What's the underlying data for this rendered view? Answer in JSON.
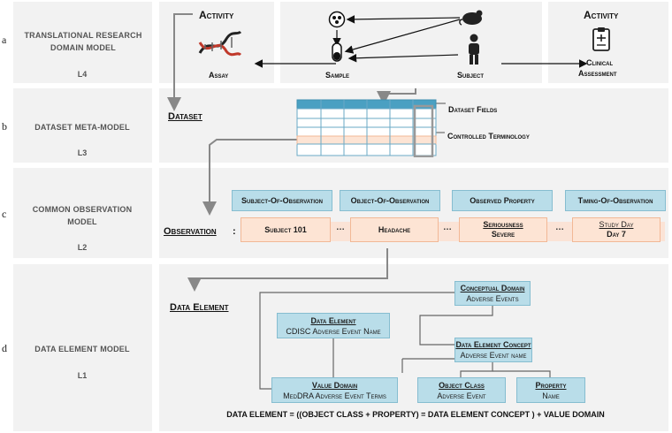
{
  "rows": {
    "a": {
      "letter": "a",
      "title": "Translational Research Domain Model",
      "level": "L4"
    },
    "b": {
      "letter": "b",
      "title": "Dataset Meta-Model",
      "level": "L3"
    },
    "c": {
      "letter": "c",
      "title": "Common Observation Model",
      "level": "L2"
    },
    "d": {
      "letter": "d",
      "title": "Data Element Model",
      "level": "L1"
    }
  },
  "row_a": {
    "activity_left": "Activity",
    "assay": "Assay",
    "sample": "Sample",
    "subject": "Subject",
    "activity_right": "Activity",
    "clinical_assessment_1": "Clinical",
    "clinical_assessment_2": "Assessment"
  },
  "row_b": {
    "dataset": "Dataset",
    "dataset_fields": "Dataset Fields",
    "controlled_terminology": "Controlled Terminology"
  },
  "row_c": {
    "observation": "Observation",
    "colon": ":",
    "ellipsis": "…",
    "headers": [
      "Subject-Of-Observation",
      "Object-Of-Observation",
      "Observed Property",
      "Timing-Of-Observation"
    ],
    "values": [
      {
        "line1": "Subject 101",
        "line2": ""
      },
      {
        "line1": "Headache",
        "line2": ""
      },
      {
        "line1": "Seriousness",
        "line2": "Severe"
      },
      {
        "line1": "Study Day",
        "line2": "Day 7"
      }
    ]
  },
  "row_d": {
    "data_element_label": "Data Element",
    "conceptual_domain": {
      "title": "Conceptual Domain",
      "value": "Adverse Events"
    },
    "data_element": {
      "title": "Data Element",
      "value": "CDISC Adverse Event Name"
    },
    "data_element_concept": {
      "title": "Data Element Concept",
      "value": "Adverse Event name"
    },
    "value_domain": {
      "title": "Value Domain",
      "value": "MedDRA Adverse Event Terms"
    },
    "object_class": {
      "title": "Object Class",
      "value": "Adverse Event"
    },
    "property": {
      "title": "Property",
      "value": "Name"
    },
    "formula": "DATA ELEMENT = ((OBJECT CLASS + PROPERTY) = DATA ELEMENT CONCEPT ) + VALUE DOMAIN"
  },
  "colors": {
    "panel": "#f2f2f2",
    "blue_fill": "#b9dde9",
    "blue_border": "#86bdd0",
    "orange_fill": "#fde4d4",
    "orange_border": "#f2b896",
    "arrow": "#888888"
  }
}
